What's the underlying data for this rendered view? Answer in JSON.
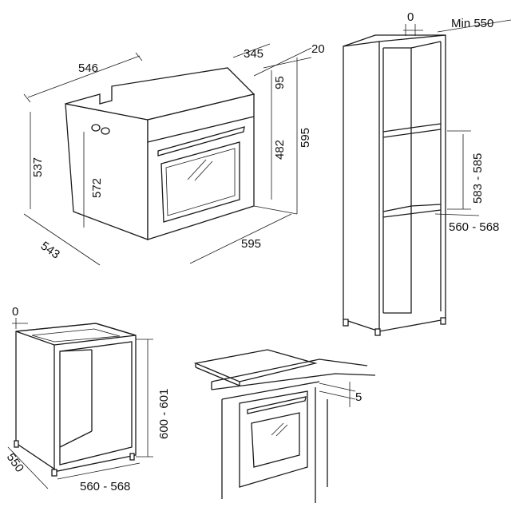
{
  "diagram": {
    "oven": {
      "width_top": "546",
      "depth_front": "345",
      "panel_offset": "20",
      "panel_height": "95",
      "total_height": "595",
      "door_height": "482",
      "body_height": "537",
      "side_height": "572",
      "depth": "543",
      "front_width": "595"
    },
    "tall_cabinet": {
      "gap": "0",
      "min_depth": "Min 550",
      "niche_height": "583 - 585",
      "niche_width": "560 - 568"
    },
    "base_cabinet": {
      "gap": "0",
      "niche_height": "600 - 601",
      "depth": "550",
      "niche_width": "560 - 568"
    },
    "under_hob": {
      "gap": "5"
    }
  }
}
